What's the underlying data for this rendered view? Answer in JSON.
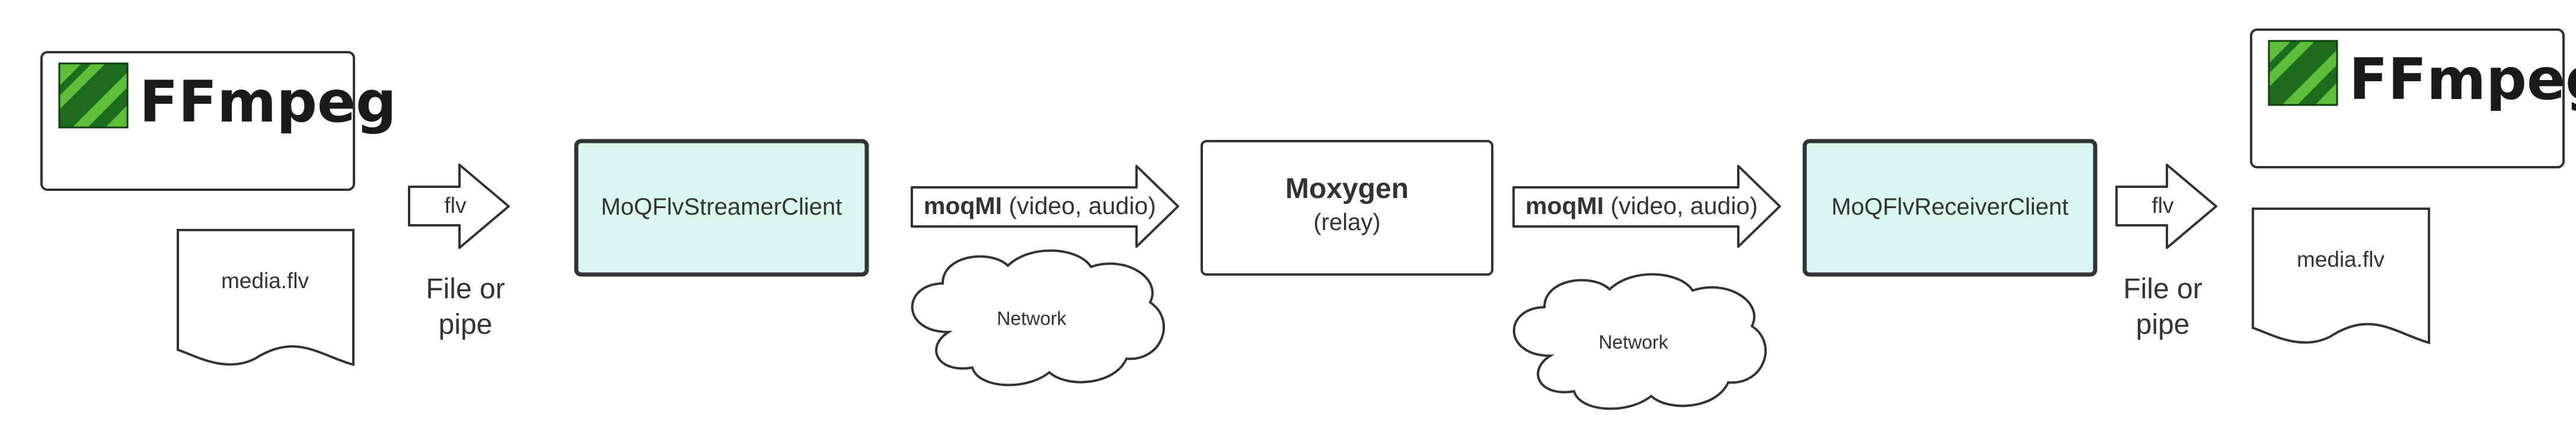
{
  "left": {
    "logo_text": "FFmpeg",
    "file_label": "media.flv",
    "arrow_label": "flv",
    "io_line1": "File or",
    "io_line2": "pipe"
  },
  "streamer": {
    "label": "MoQFlvStreamerClient"
  },
  "link1": {
    "protocol": "moqMI",
    "tracks": " (video, audio)",
    "network_label": "Network"
  },
  "relay": {
    "title": "Moxygen",
    "subtitle": "(relay)"
  },
  "link2": {
    "protocol": "moqMI",
    "tracks": " (video, audio)",
    "network_label": "Network"
  },
  "receiver": {
    "label": "MoQFlvReceiverClient"
  },
  "right": {
    "logo_text": "FFmpeg",
    "file_label": "media.flv",
    "arrow_label": "flv",
    "io_line1": "File or",
    "io_line2": "pipe"
  },
  "colors": {
    "client_fill": "#d9f7f0",
    "logo_green_dark": "#1d6b1d",
    "logo_green_light": "#5fbf3a",
    "stroke": "#333333"
  }
}
